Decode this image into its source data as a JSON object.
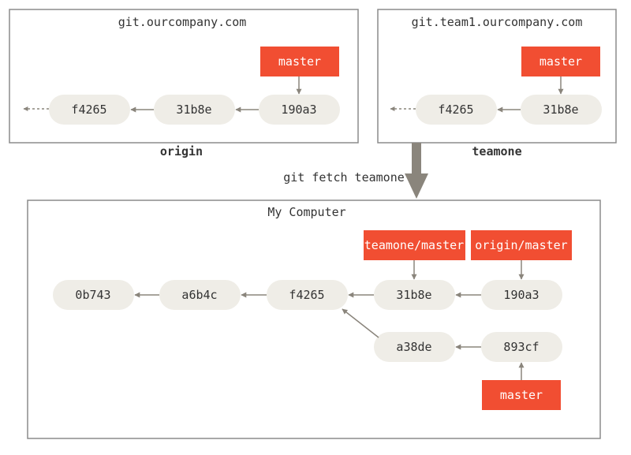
{
  "origin_server": {
    "host": "git.ourcompany.com",
    "name": "origin",
    "commits": [
      "f4265",
      "31b8e",
      "190a3"
    ],
    "branch": "master"
  },
  "team_server": {
    "host": "git.team1.ourcompany.com",
    "name": "teamone",
    "commits": [
      "f4265",
      "31b8e"
    ],
    "branch": "master"
  },
  "fetch": {
    "command": "git fetch teamone"
  },
  "local": {
    "title": "My Computer",
    "main_line": [
      "0b743",
      "a6b4c",
      "f4265",
      "31b8e",
      "190a3"
    ],
    "side_line": [
      "a38de",
      "893cf"
    ],
    "refs": {
      "teamone_master": "teamone/master",
      "origin_master": "origin/master",
      "master": "master"
    }
  },
  "colors": {
    "frame": "#8c8c8c",
    "commit_fill": "#efede7",
    "ref_fill": "#f14e32",
    "arrow": "#8a857c",
    "text": "#333333"
  }
}
